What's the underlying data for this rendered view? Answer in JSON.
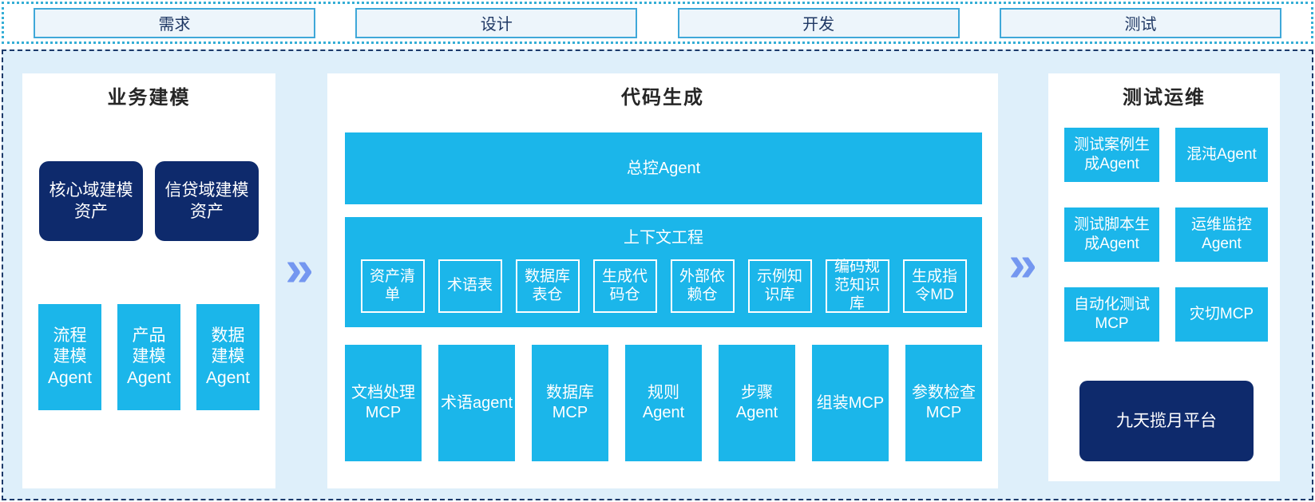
{
  "stages": [
    {
      "label": "需求"
    },
    {
      "label": "设计"
    },
    {
      "label": "开发"
    },
    {
      "label": "测试"
    }
  ],
  "chevron_glyph": "»",
  "panels": {
    "business_modeling": {
      "title": "业务建模",
      "asset_boxes": [
        "核心域建模\n资产",
        "信贷域建模\n资产"
      ],
      "agent_boxes": [
        "流程\n建模\nAgent",
        "产品\n建模\nAgent",
        "数据\n建模\nAgent"
      ]
    },
    "code_generation": {
      "title": "代码生成",
      "master_agent": "总控Agent",
      "context_engineering": {
        "title": "上下文工程",
        "items": [
          "资产清\n单",
          "术语表",
          "数据库\n表仓",
          "生成代\n码仓",
          "外部依\n赖仓",
          "示例知\n识库",
          "编码规\n范知识\n库",
          "生成指\n令MD"
        ]
      },
      "workers": [
        "文档处理\nMCP",
        "术语agent",
        "数据库\nMCP",
        "规则Agent",
        "步骤Agent",
        "组装MCP",
        "参数检查\nMCP"
      ]
    },
    "test_ops": {
      "title": "测试运维",
      "boxes": [
        "测试案例生\n成Agent",
        "混沌Agent",
        "测试脚本生\n成Agent",
        "运维监控\nAgent",
        "自动化测试\nMCP",
        "灾切MCP"
      ],
      "platform": "九天揽月平台"
    }
  },
  "colors": {
    "cyan": "#1BB6EA",
    "navy": "#0E2A6C",
    "container_bg": "#DEEFFA",
    "panel_bg": "#FFFFFF",
    "stage_bg": "#EDF5FB",
    "stage_border": "#3FA8D9",
    "strip_border": "#35AED6",
    "dashed_border": "#1C3A6A",
    "chevron": "#7497F0"
  }
}
